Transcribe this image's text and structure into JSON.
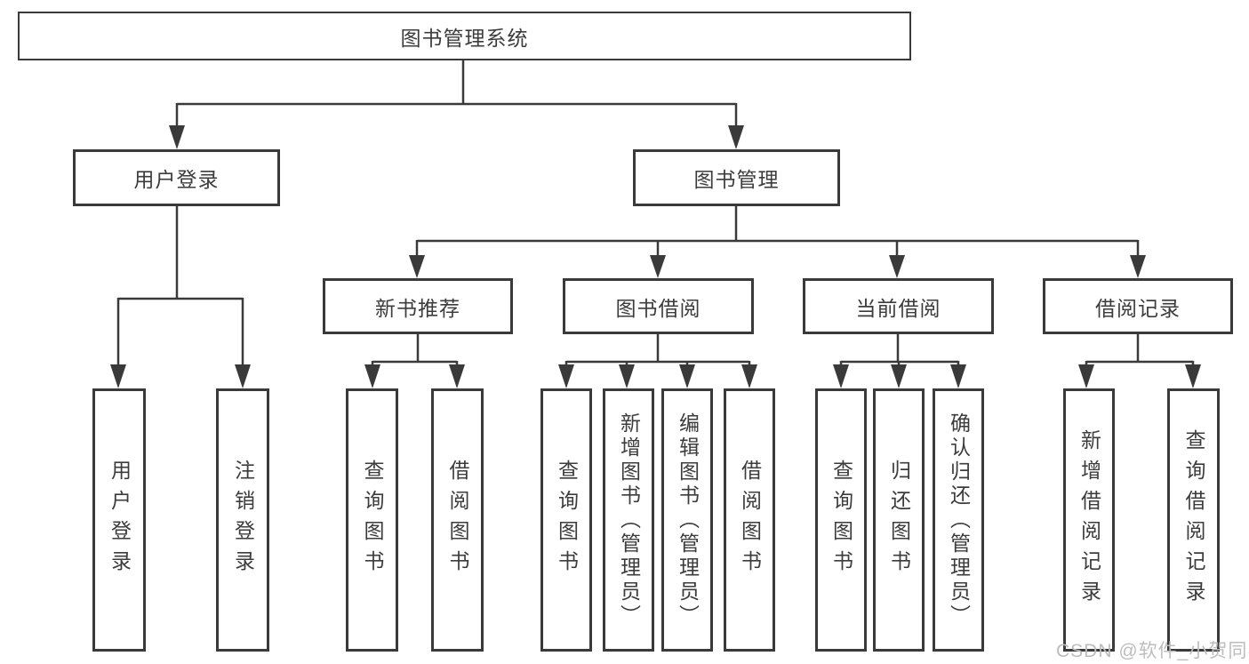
{
  "diagram": {
    "type": "hierarchy-tree",
    "orientation": "top-down",
    "colors": {
      "line": "#3a3a3a",
      "box_border": "#3a3a3a",
      "text": "#3c3c3c",
      "background": "#ffffff",
      "watermark": "#bdbdbd"
    }
  },
  "tree": {
    "label": "图书管理系统",
    "children": [
      {
        "label": "用户登录",
        "children": [
          {
            "label": "用户登录"
          },
          {
            "label": "注销登录"
          }
        ]
      },
      {
        "label": "图书管理",
        "children": [
          {
            "label": "新书推荐",
            "children": [
              {
                "label": "查询图书"
              },
              {
                "label": "借阅图书"
              }
            ]
          },
          {
            "label": "图书借阅",
            "children": [
              {
                "label": "查询图书"
              },
              {
                "label": "新增图书（管理员）"
              },
              {
                "label": "编辑图书（管理员）"
              },
              {
                "label": "借阅图书"
              }
            ]
          },
          {
            "label": "当前借阅",
            "children": [
              {
                "label": "查询图书"
              },
              {
                "label": "归还图书"
              },
              {
                "label": "确认归还（管理员）"
              }
            ]
          },
          {
            "label": "借阅记录",
            "children": [
              {
                "label": "新增借阅记录"
              },
              {
                "label": "查询借阅记录"
              }
            ]
          }
        ]
      }
    ]
  },
  "watermark": {
    "text": "CSDN @软件_小贺同学"
  }
}
